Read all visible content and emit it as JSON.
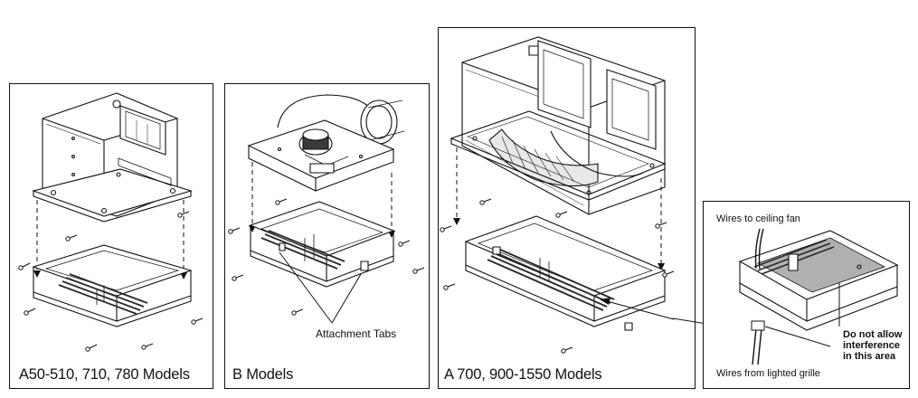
{
  "panels": {
    "a50": {
      "caption": "A50-510, 710, 780 Models"
    },
    "b": {
      "caption": "B Models",
      "callout": "Attachment Tabs"
    },
    "a700": {
      "caption": "A 700, 900-1550 Models"
    },
    "detail": {
      "label_top": "Wires to ceiling fan",
      "label_bottom": "Wires from lighted grille",
      "note_line1": "Do not allow",
      "note_line2": "interference",
      "note_line3": "in this area"
    }
  },
  "colors": {
    "line": "#111111",
    "shade": "#b0b0b0",
    "dark": "#2a2a2a"
  }
}
